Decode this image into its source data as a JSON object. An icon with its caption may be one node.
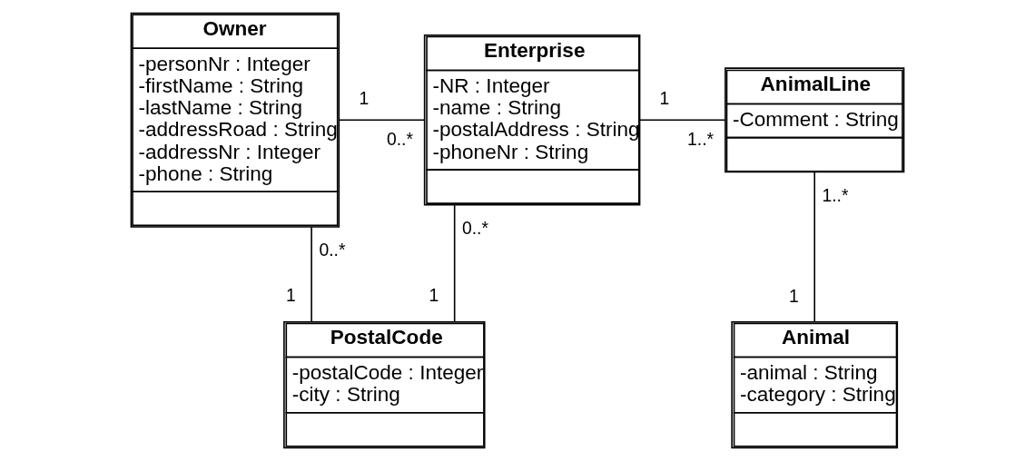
{
  "diagram": {
    "nodes": [
      {
        "text": [
          "Owner",
          "-personNr : Integer",
          "-firstName : String",
          "-lastName : String",
          "-addressRoad : String",
          "-addressNr : Integer",
          "-phone : String"
        ]
      },
      {
        "text": [
          "Enterprise",
          "-NR : Integer",
          "-name : String",
          "-postalAddress : String",
          "-phoneNr : String"
        ]
      },
      {
        "text": [
          "AnimalLine",
          "-Comment : String"
        ]
      },
      {
        "text": [
          "PostalCode",
          "-postalCode : Integer",
          "-city : String"
        ]
      },
      {
        "text": [
          "Animal",
          "-animal : String",
          "-category : String"
        ]
      }
    ],
    "edges": [
      {
        "from": 0,
        "to": 1,
        "arrow": "none"
      },
      {
        "from": 1,
        "to": 2,
        "arrow": "none"
      },
      {
        "from": 2,
        "to": 4,
        "arrow": "none"
      },
      {
        "from": 0,
        "to": 3,
        "arrow": "none"
      },
      {
        "from": 1,
        "to": 3,
        "arrow": "none"
      }
    ],
    "labels": [
      "0..*",
      "1",
      "1..*",
      "1",
      "0..*",
      "1..*",
      "0..*",
      "1",
      "1",
      "1"
    ]
  }
}
